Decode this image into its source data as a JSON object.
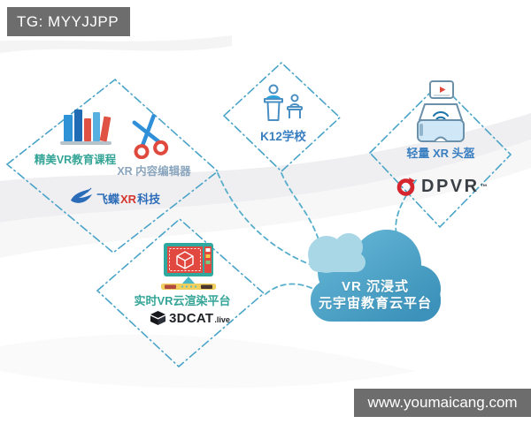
{
  "banners": {
    "telegram": "TG: MYYJJPP",
    "website": "www.youmaicang.com"
  },
  "cloud": {
    "title_line1": "VR 沉浸式",
    "title_line2": "元宇宙教育云平台"
  },
  "nodes": {
    "content_tools": {
      "course_label": "精美VR教育课程",
      "editor_label": "XR 内容编辑器",
      "brand": {
        "part1": "飞蝶",
        "part2": "XR",
        "part3": "科技"
      }
    },
    "school": {
      "label": "K12学校"
    },
    "headset": {
      "label": "轻量 XR 头盔",
      "brand": "DPVR",
      "trademark": "™"
    },
    "cloud_render": {
      "label": "实时VR云渲染平台",
      "brand": "3DCAT",
      "brand_suffix": ".live"
    }
  },
  "colors": {
    "banner_bg": "#6d6d6d",
    "diamond_dash": "#4aa4c8",
    "connector_dash": "#56aecb",
    "teal_text": "#35a597",
    "blue_text": "#3a7fc1",
    "muted_blue_text": "#8aa5bd",
    "cloud_main_top": "#61b3d3",
    "cloud_main_bottom": "#3c92ba",
    "cloud_light": "#a9d7e6",
    "brand_red": "#d5252d",
    "dark_logo_text": "#3a3f46"
  }
}
